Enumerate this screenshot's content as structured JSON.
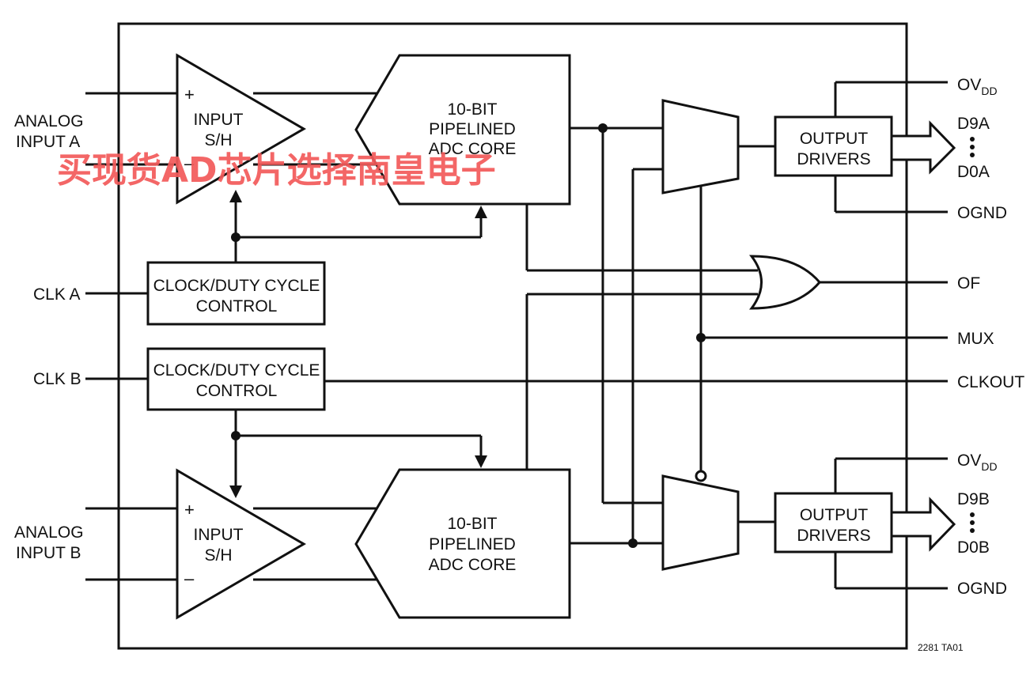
{
  "inputs": {
    "analog_a": [
      "ANALOG",
      "INPUT A"
    ],
    "analog_b": [
      "ANALOG",
      "INPUT B"
    ],
    "clk_a": "CLK A",
    "clk_b": "CLK B"
  },
  "sample_hold": {
    "line1": "INPUT",
    "line2": "S/H",
    "plus": "+",
    "minus": "–"
  },
  "adc_core": [
    "10-BIT",
    "PIPELINED",
    "ADC CORE"
  ],
  "clock_block": [
    "CLOCK/DUTY CYCLE",
    "CONTROL"
  ],
  "output_drivers": [
    "OUTPUT",
    "DRIVERS"
  ],
  "outputs": {
    "ovdd_main": "OV",
    "ovdd_sub": "DD",
    "d9a": "D9A",
    "d0a": "D0A",
    "d9b": "D9B",
    "d0b": "D0B",
    "ognd": "OGND",
    "of": "OF",
    "mux": "MUX",
    "clkout": "CLKOUT"
  },
  "figure_code": "2281 TA01",
  "watermark": "买现货AD芯片选择南皇电子"
}
